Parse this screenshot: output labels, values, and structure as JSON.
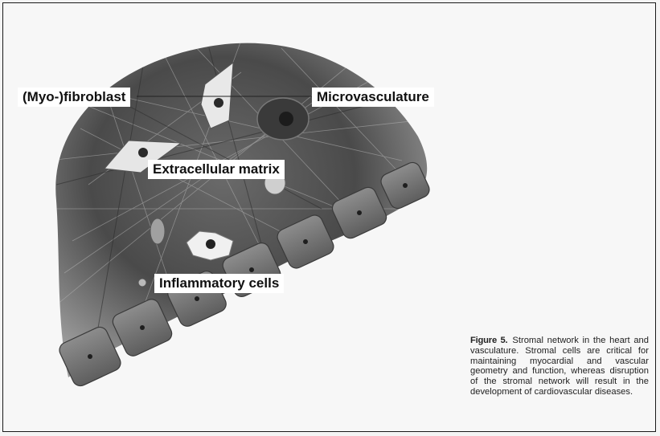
{
  "labels": {
    "myofibroblast": "(Myo-)fibroblast",
    "microvasculature": "Microvasculature",
    "extracellular_matrix": "Extracellular matrix",
    "inflammatory_cells": "Inflammatory cells"
  },
  "caption": {
    "figure_label": "Figure 5.",
    "text": "Stromal network in the heart and vasculature. Stromal cells are critical for maintaining myocardial and vascular geometry and function, whereas disruption of the stromal network will result in the development of cardiovascular diseases."
  }
}
